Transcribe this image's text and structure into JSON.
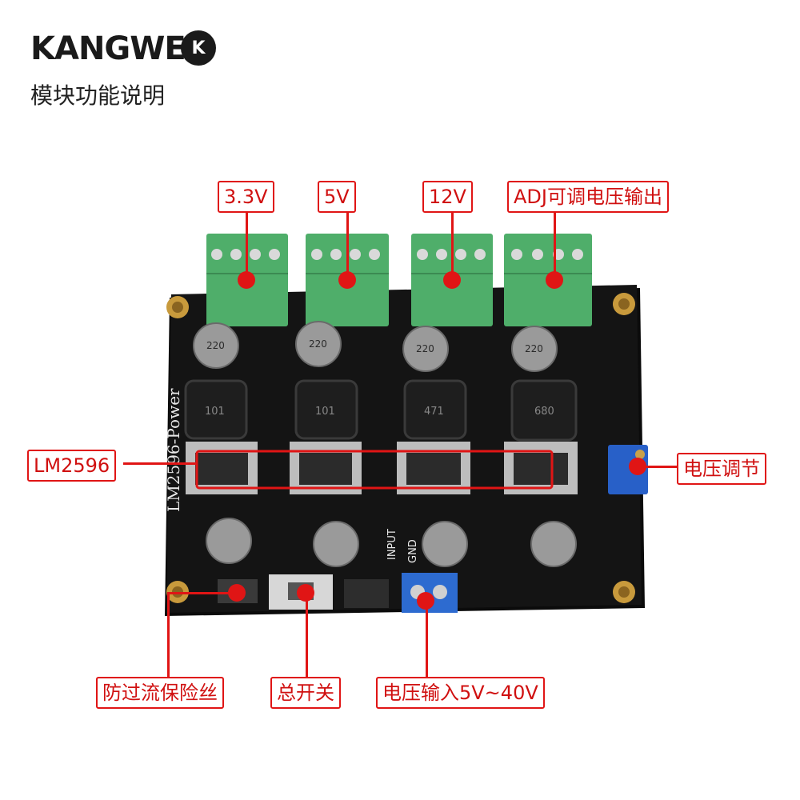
{
  "brand": {
    "name": "KANGWEI",
    "logo": "K"
  },
  "subtitle": "模块功能说明",
  "labels": {
    "v33": "3.3V",
    "v5": "5V",
    "v12": "12V",
    "adj": "ADJ可调电压输出",
    "lm2596": "LM2596",
    "voltage_adjust": "电压调节",
    "fuse": "防过流保险丝",
    "switch": "总开关",
    "input": "电压输入5V~40V"
  },
  "board": {
    "silkscreen": "LM2596-Power",
    "input_label": "INPUT",
    "gnd_label": "GND",
    "inductor_marks": [
      "101",
      "101",
      "471",
      "680"
    ],
    "cap_marks": [
      "220",
      "220",
      "220",
      "220"
    ]
  },
  "colors": {
    "accent": "#e01515",
    "pcb": "#111111",
    "terminal": "#4fae6a"
  }
}
